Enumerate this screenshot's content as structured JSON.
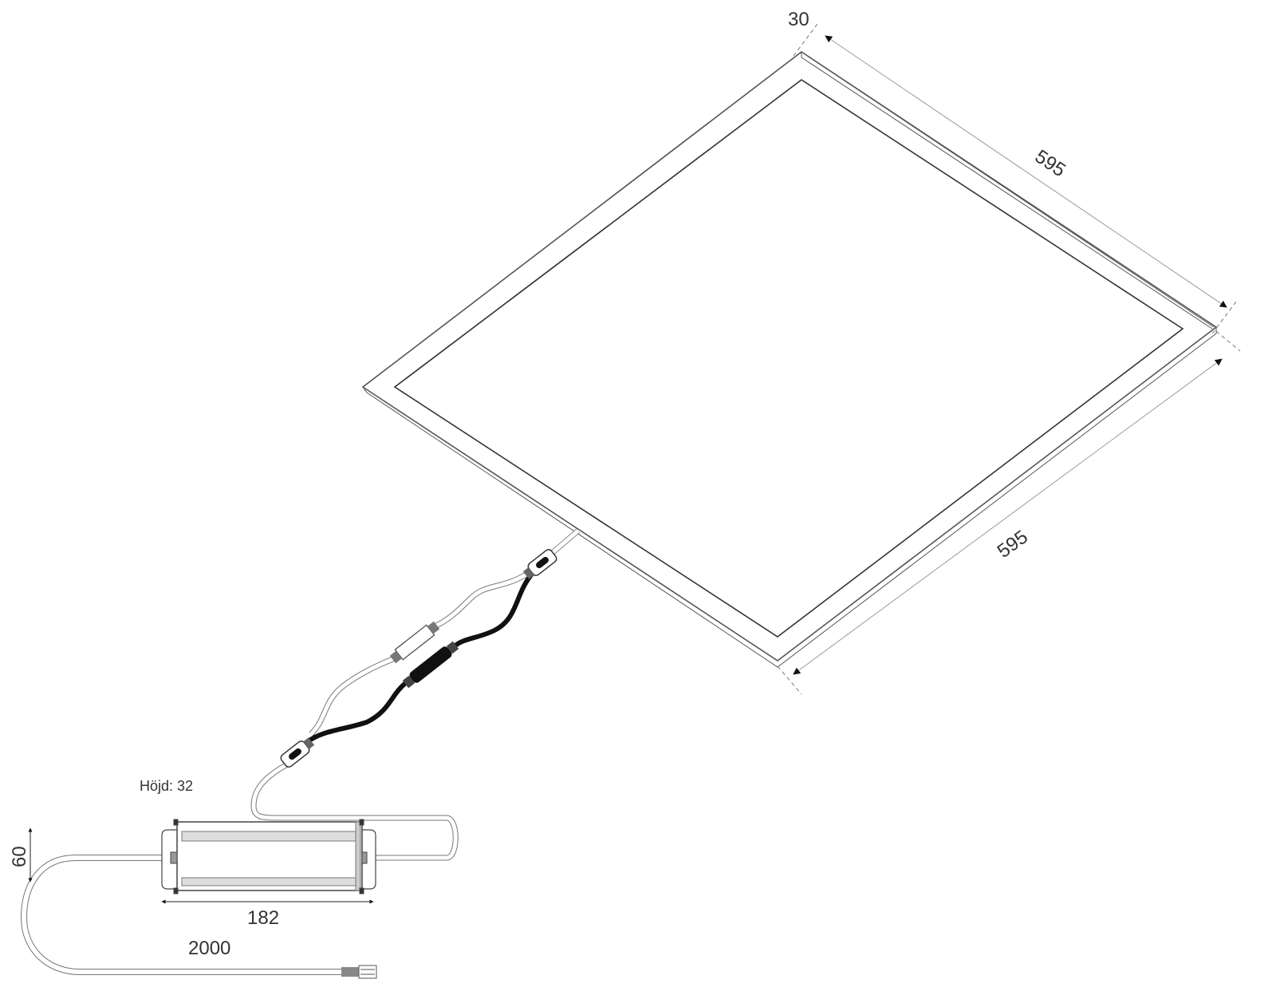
{
  "labels": {
    "frame_depth": "30",
    "panel_length": "595",
    "panel_width": "595",
    "driver_height_note": "Höjd: 32",
    "driver_width": "60",
    "driver_length": "182",
    "cable_length": "2000"
  }
}
